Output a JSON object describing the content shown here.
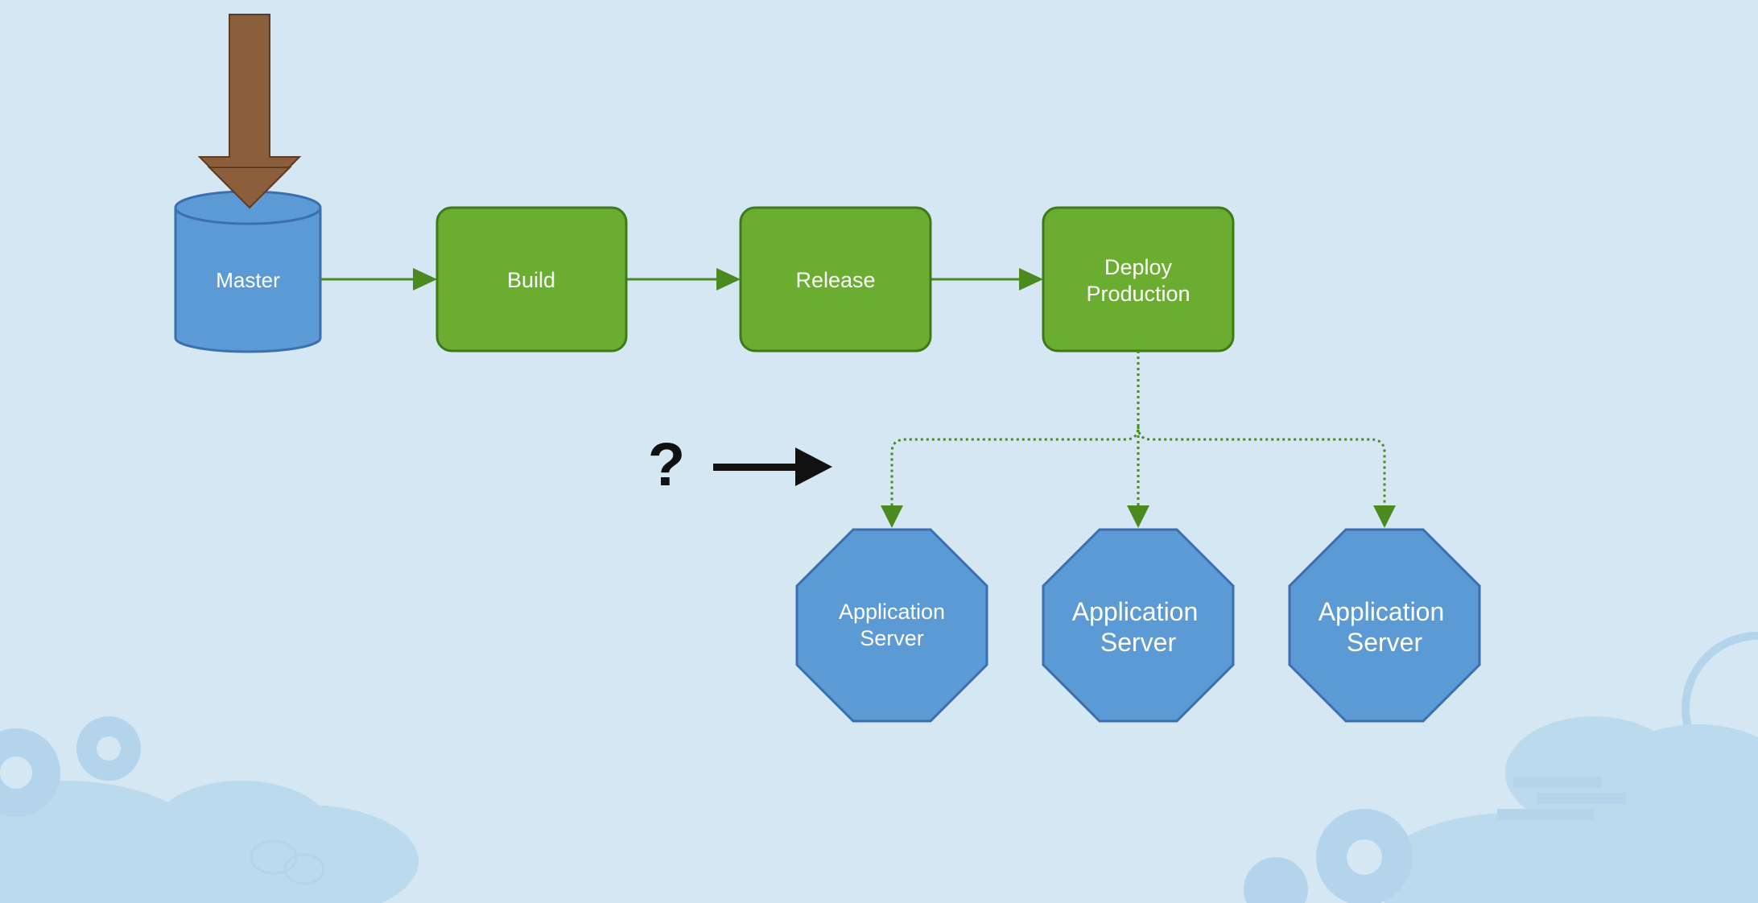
{
  "diagram": {
    "nodes": {
      "master": {
        "label": "Master",
        "shape": "cylinder"
      },
      "build": {
        "label": "Build",
        "shape": "rounded-rectangle"
      },
      "release": {
        "label": "Release",
        "shape": "rounded-rectangle"
      },
      "deploy": {
        "label_line1": "Deploy",
        "label_line2": "Production",
        "shape": "rounded-rectangle"
      },
      "servers": [
        {
          "label_line1": "Application",
          "label_line2": "Server",
          "shape": "octagon"
        },
        {
          "label_line1": "Application",
          "label_line2": "Server",
          "shape": "octagon"
        },
        {
          "label_line1": "Application",
          "label_line2": "Server",
          "shape": "octagon"
        }
      ]
    },
    "annotation": {
      "text": "?"
    },
    "edges": [
      {
        "from": "master",
        "to": "build",
        "style": "solid"
      },
      {
        "from": "build",
        "to": "release",
        "style": "solid"
      },
      {
        "from": "release",
        "to": "deploy",
        "style": "solid"
      },
      {
        "from": "deploy",
        "to": "servers.0",
        "style": "dotted"
      },
      {
        "from": "deploy",
        "to": "servers.1",
        "style": "dotted"
      },
      {
        "from": "deploy",
        "to": "servers.2",
        "style": "dotted"
      }
    ],
    "colors": {
      "background": "#d4e7f3",
      "blue_fill": "#5b9ad5",
      "blue_stroke": "#3b6fb0",
      "green_fill": "#6aad30",
      "green_stroke": "#3e7a19",
      "brown_fill": "#8b5e3c",
      "brown_stroke": "#5e3b22",
      "connector": "#4a8a1f",
      "decor": "#b9d8ed"
    },
    "icons": [
      "down-arrow-icon",
      "right-arrow-icon",
      "gear-icon",
      "cloud-icon",
      "globe-icon",
      "chat-bubble-icon"
    ]
  }
}
